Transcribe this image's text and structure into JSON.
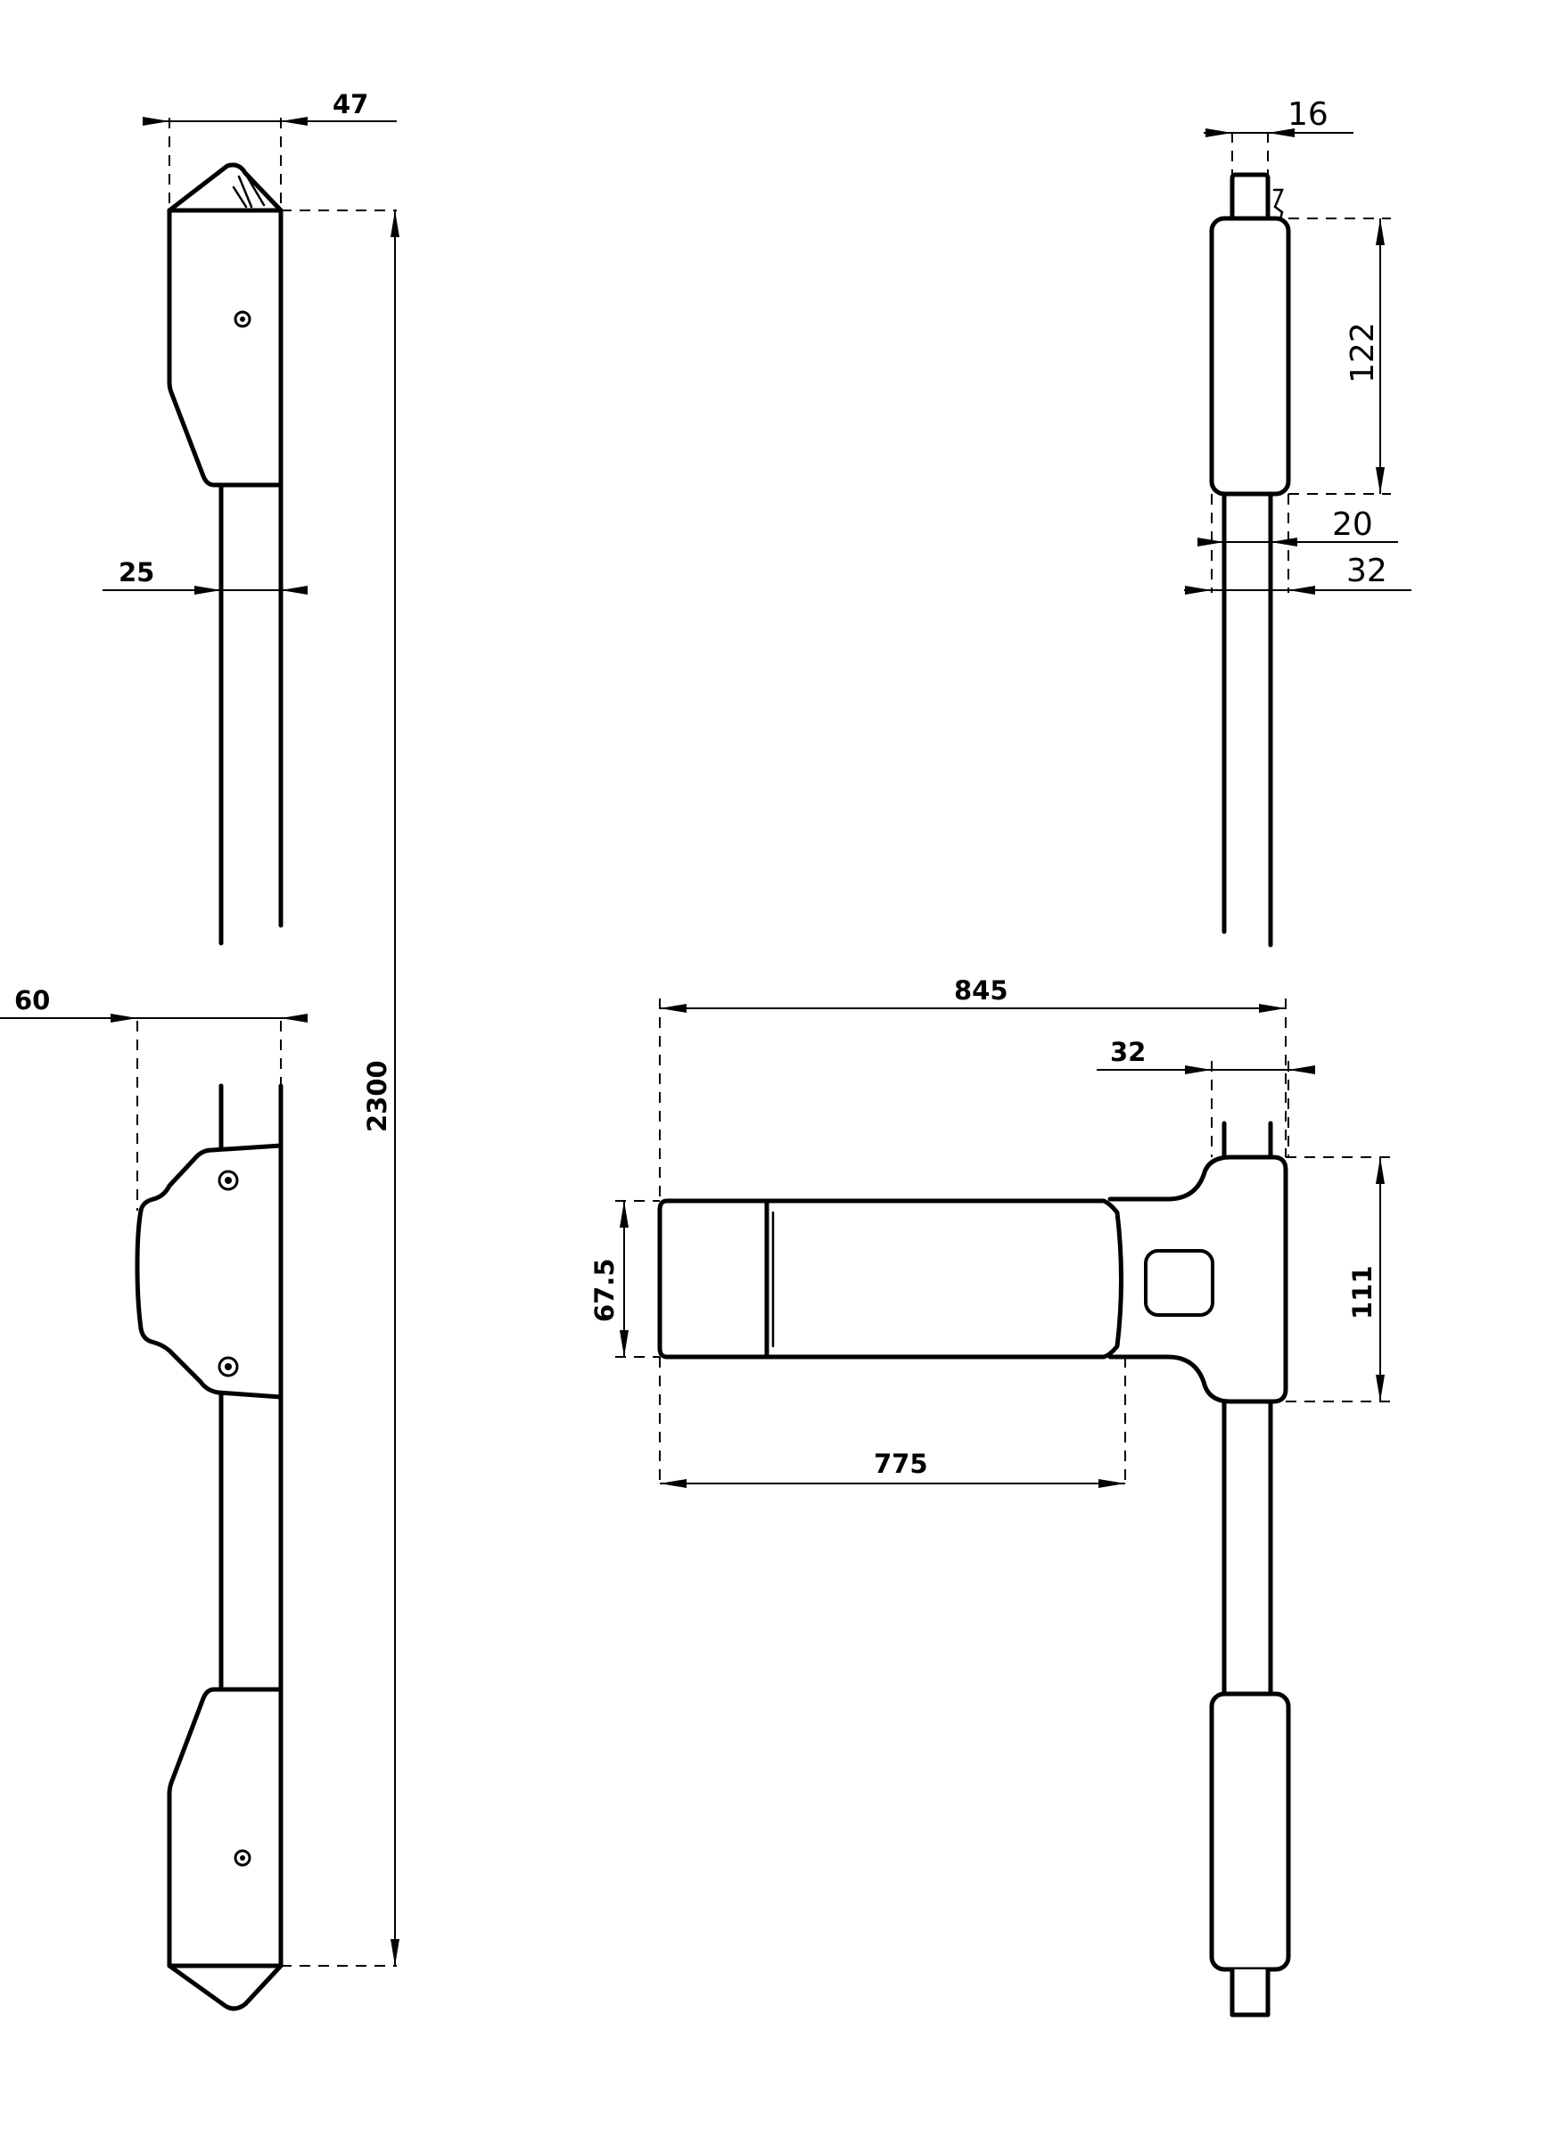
{
  "dimensions": {
    "side_top_width": "47",
    "side_rod_width": "25",
    "side_bracket_depth": "60",
    "overall_length": "2300",
    "front_cap_width": "16",
    "front_head_height": "122",
    "front_rod_width": "20",
    "front_body_width": "32",
    "bar_total_length": "845",
    "bar_body_width": "32",
    "bar_height": "67.5",
    "bar_length": "775",
    "bar_bracket_height": "111"
  },
  "colors": {
    "line": "#000000",
    "background": "#ffffff"
  }
}
